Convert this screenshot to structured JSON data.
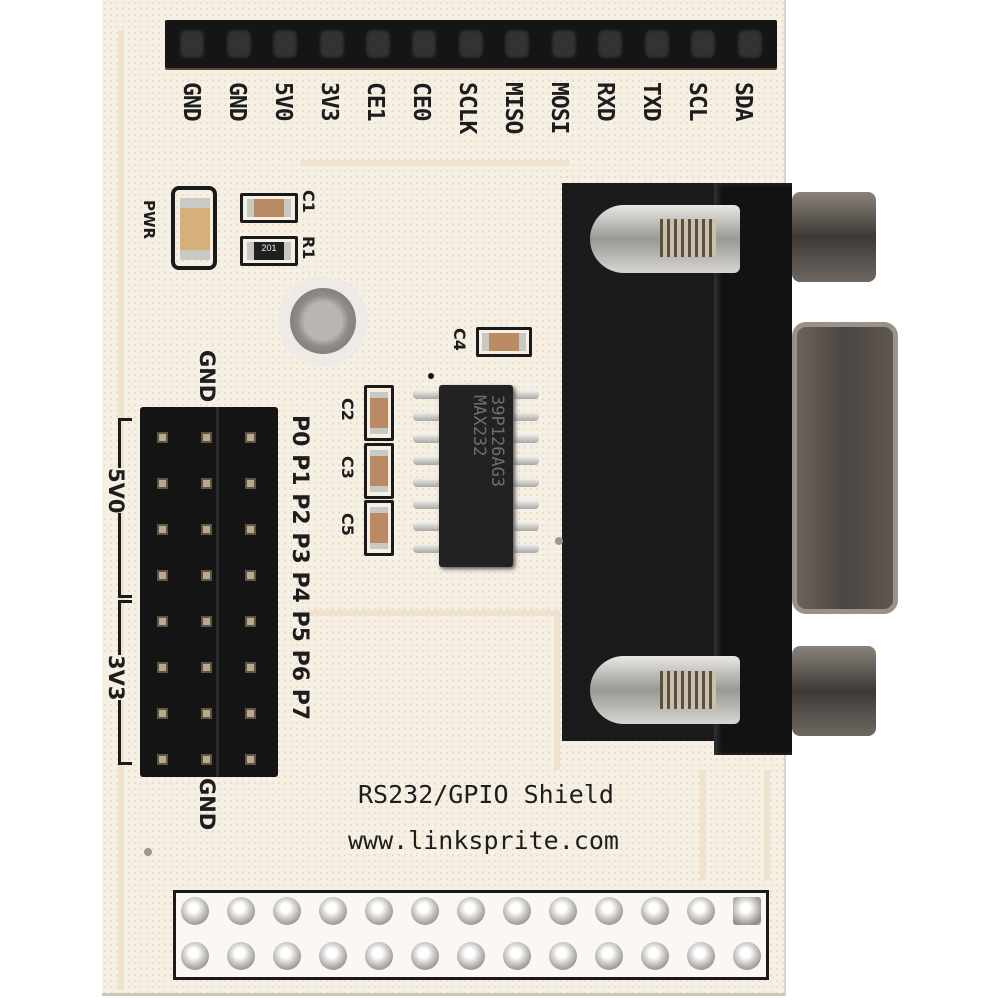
{
  "board": {
    "title": "RS232/GPIO Shield",
    "url": "www.linksprite.com",
    "colors": {
      "pcb": "#f6efe4",
      "header": "#151515",
      "silkscreen": "#1d1d1d"
    }
  },
  "top_header": {
    "pins": [
      "GND",
      "GND",
      "5V0",
      "3V3",
      "CE1",
      "CE0",
      "SCLK",
      "MISO",
      "MOSI",
      "RXD",
      "TXD",
      "SCL",
      "SDA"
    ]
  },
  "components": {
    "led": {
      "label": "PWR"
    },
    "c1": {
      "label": "C1"
    },
    "r1": {
      "label": "R1",
      "marking": "201"
    },
    "c4": {
      "label": "C4"
    },
    "c2": {
      "label": "C2"
    },
    "c3": {
      "label": "C3"
    },
    "c5": {
      "label": "C5"
    },
    "ic": {
      "line1": "39P126AG3",
      "line2": "MAX232"
    }
  },
  "gpio_header": {
    "top_label": "GND",
    "bottom_label": "GND",
    "left_labels": {
      "upper": "5V0",
      "lower": "3V3"
    },
    "pins": [
      "P0",
      "P1",
      "P2",
      "P3",
      "P4",
      "P5",
      "P6",
      "P7"
    ]
  },
  "db9": {
    "type": "DB9 female serial connector"
  },
  "bottom_header": {
    "rows": 2,
    "columns": 13
  }
}
